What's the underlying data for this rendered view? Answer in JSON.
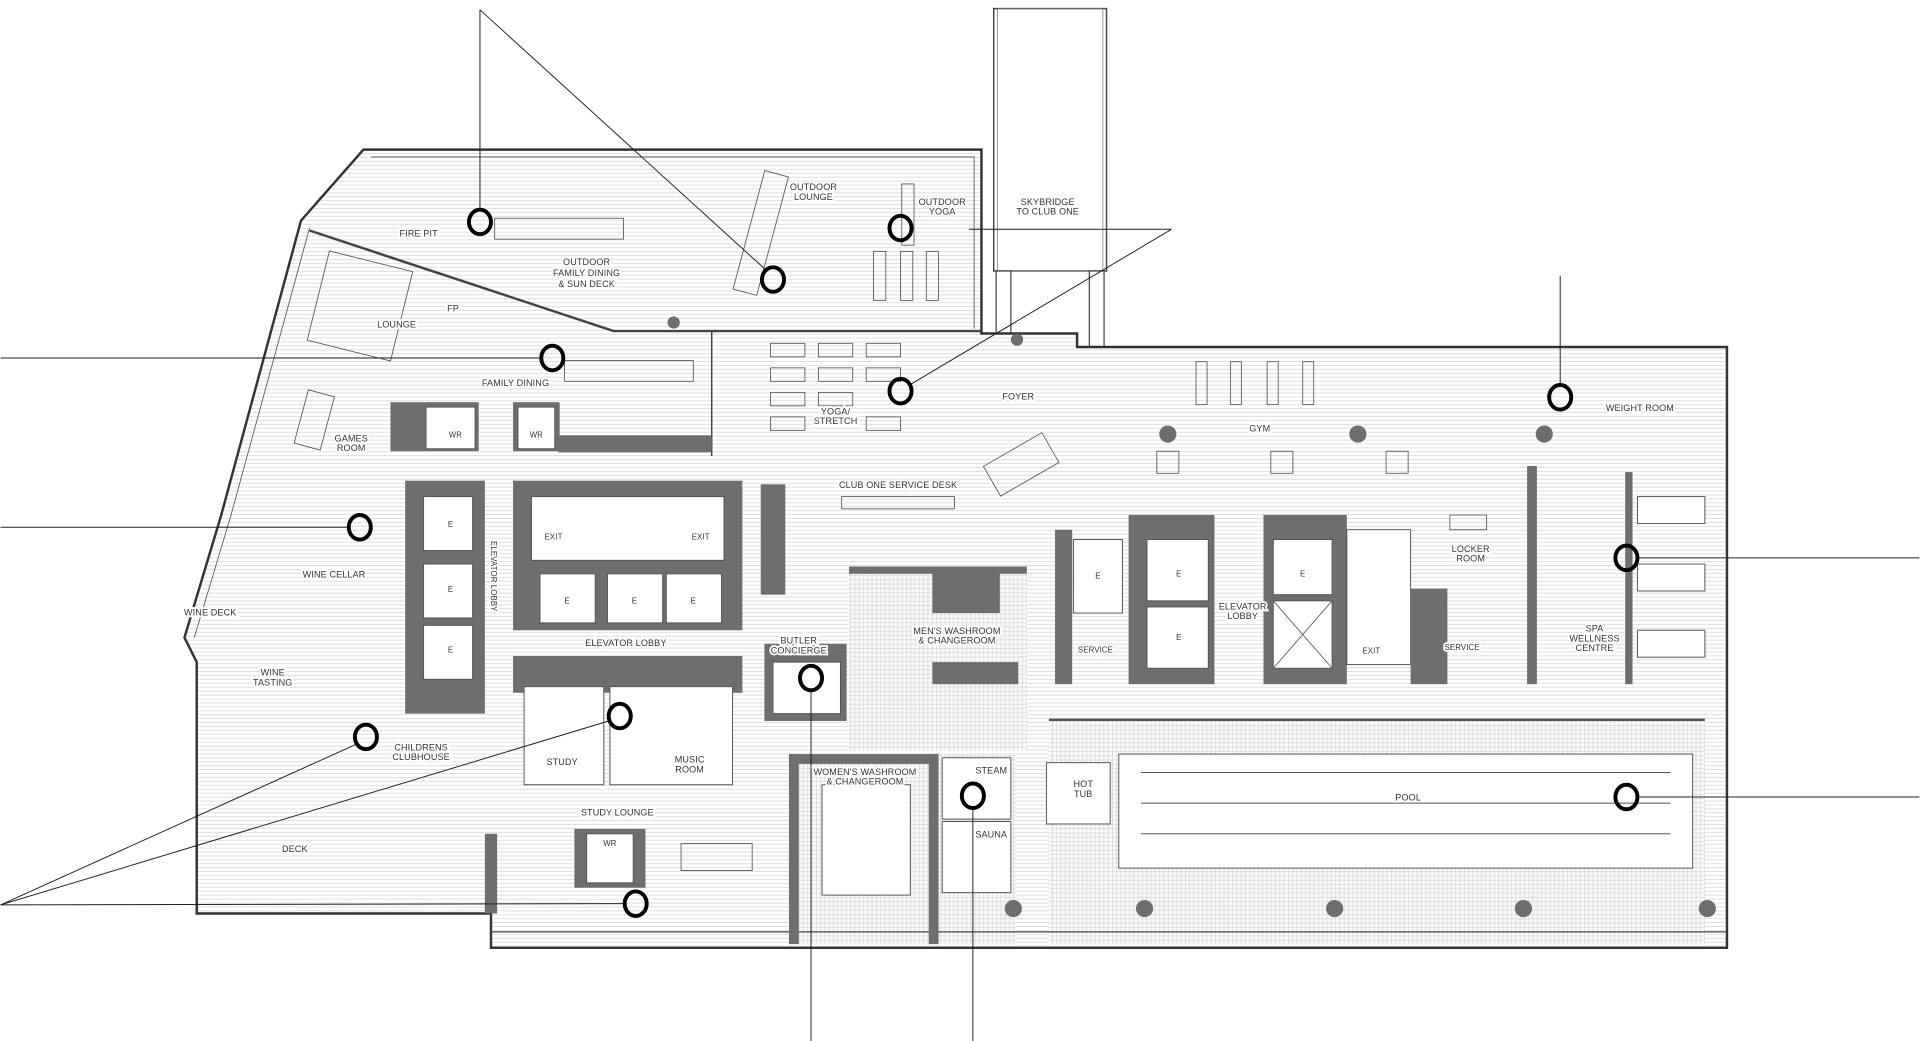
{
  "plan": {
    "title": "Amenity floor plan",
    "rooms": {
      "fire_pit": [
        "FIRE PIT"
      ],
      "outdoor_family_dining": [
        "OUTDOOR",
        "FAMILY DINING",
        "& SUN DECK"
      ],
      "outdoor_lounge": [
        "OUTDOOR",
        "LOUNGE"
      ],
      "outdoor_yoga": [
        "OUTDOOR",
        "YOGA"
      ],
      "skybridge": [
        "SKYBRIDGE",
        "TO CLUB ONE"
      ],
      "lounge": [
        "LOUNGE"
      ],
      "fp": [
        "FP"
      ],
      "family_dining": [
        "FAMILY DINING"
      ],
      "yoga_stretch": [
        "YOGA/",
        "STRETCH"
      ],
      "foyer": [
        "FOYER"
      ],
      "gym": [
        "GYM"
      ],
      "weight_room": [
        "WEIGHT ROOM"
      ],
      "games_room": [
        "GAMES",
        "ROOM"
      ],
      "wr_1": [
        "WR"
      ],
      "wr_2": [
        "WR"
      ],
      "wr_3": [
        "WR"
      ],
      "club_one_service_desk": [
        "CLUB ONE SERVICE DESK"
      ],
      "wine_cellar": [
        "WINE CELLAR"
      ],
      "elevator_lobby_vertical": [
        "ELEVATOR LOBBY"
      ],
      "exit_1": [
        "EXIT"
      ],
      "exit_2": [
        "EXIT"
      ],
      "exit_3": [
        "EXIT"
      ],
      "elevator_lobby_main": [
        "ELEVATOR LOBBY"
      ],
      "elevator_lobby_gym": [
        "ELEVATOR",
        "LOBBY"
      ],
      "wine_deck": [
        "WINE DECK"
      ],
      "wine_tasting": [
        "WINE",
        "TASTING"
      ],
      "butler_concierge": [
        "BUTLER",
        "CONCIERGE"
      ],
      "mens_washroom": [
        "MEN'S WASHROOM",
        "& CHANGEROOM"
      ],
      "locker_room": [
        "LOCKER",
        "ROOM"
      ],
      "service_1": [
        "SERVICE"
      ],
      "service_2": [
        "SERVICE"
      ],
      "spa": [
        "SPA",
        "WELLNESS",
        "CENTRE"
      ],
      "childrens_clubhouse": [
        "CHILDRENS",
        "CLUBHOUSE"
      ],
      "study": [
        "STUDY"
      ],
      "music_room": [
        "MUSIC",
        "ROOM"
      ],
      "womens_washroom": [
        "WOMEN'S WASHROOM",
        "& CHANGEROOM"
      ],
      "steam": [
        "STEAM"
      ],
      "hot_tub": [
        "HOT",
        "TUB"
      ],
      "pool": [
        "POOL"
      ],
      "sauna": [
        "SAUNA"
      ],
      "study_lounge": [
        "STUDY LOUNGE"
      ],
      "deck": [
        "DECK"
      ]
    },
    "elevator_label": "E"
  }
}
